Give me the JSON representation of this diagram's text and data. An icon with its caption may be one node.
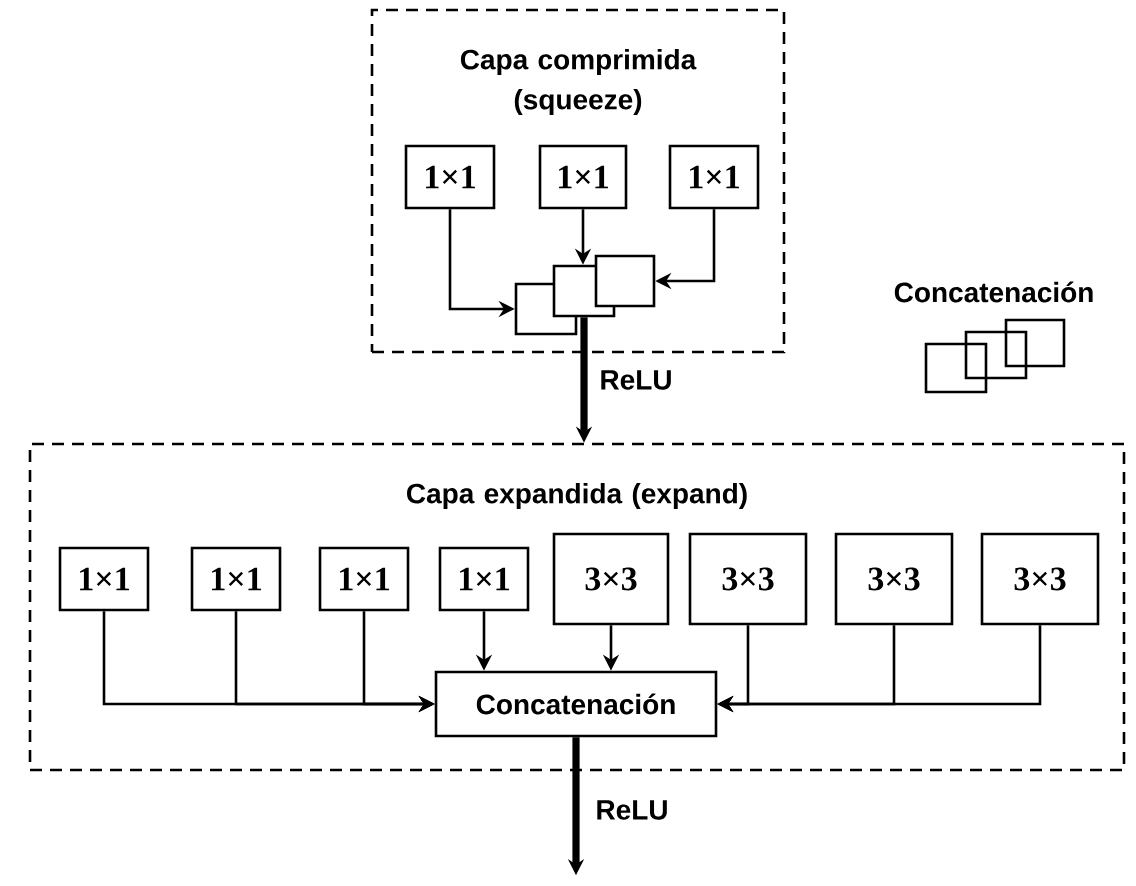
{
  "diagram": {
    "nodes": [
      {
        "text": [
          "Capa comprimida (squeeze)"
        ]
      },
      {
        "text": [
          "1×1"
        ],
        "in": 0
      },
      {
        "text": [
          "1×1"
        ],
        "in": 0
      },
      {
        "text": [
          "1×1"
        ],
        "in": 0
      },
      {
        "text": [],
        "shape": "box",
        "in": 0
      },
      {
        "text": [],
        "shape": "box",
        "in": 0
      },
      {
        "text": [],
        "shape": "box",
        "in": 0
      },
      {
        "text": [
          "Capa expandida (expand)"
        ]
      },
      {
        "text": [
          "1×1"
        ],
        "in": 7
      },
      {
        "text": [
          "1×1"
        ],
        "in": 7
      },
      {
        "text": [
          "1×1"
        ],
        "in": 7
      },
      {
        "text": [
          "1×1"
        ],
        "in": 7
      },
      {
        "text": [
          "3×3"
        ],
        "in": 7
      },
      {
        "text": [
          "3×3"
        ],
        "in": 7
      },
      {
        "text": [
          "3×3"
        ],
        "in": 7
      },
      {
        "text": [
          "3×3"
        ],
        "in": 7
      },
      {
        "text": [
          "Concatenación"
        ],
        "in": 7
      }
    ],
    "edges": [
      {
        "from": 1,
        "to": 4,
        "arrow": "to"
      },
      {
        "from": 2,
        "to": 5,
        "arrow": "to"
      },
      {
        "from": 3,
        "to": 6,
        "arrow": "to"
      },
      {
        "from": 5,
        "to": 7,
        "arrow": "to",
        "label": "ReLU",
        "style": "thick"
      },
      {
        "from": 8,
        "to": 16,
        "arrow": "to"
      },
      {
        "from": 9,
        "to": 16,
        "arrow": "to"
      },
      {
        "from": 10,
        "to": 16,
        "arrow": "to"
      },
      {
        "from": 11,
        "to": 16,
        "arrow": "to"
      },
      {
        "from": 12,
        "to": 16,
        "arrow": "to"
      },
      {
        "from": 13,
        "to": 16,
        "arrow": "to"
      },
      {
        "from": 14,
        "to": 16,
        "arrow": "to"
      },
      {
        "from": 15,
        "to": 16,
        "arrow": "to"
      },
      {
        "from": 16,
        "to": null,
        "arrow": "to",
        "label": "ReLU",
        "style": "thick"
      }
    ],
    "legend": [
      {
        "text": "Concatenación"
      }
    ]
  }
}
